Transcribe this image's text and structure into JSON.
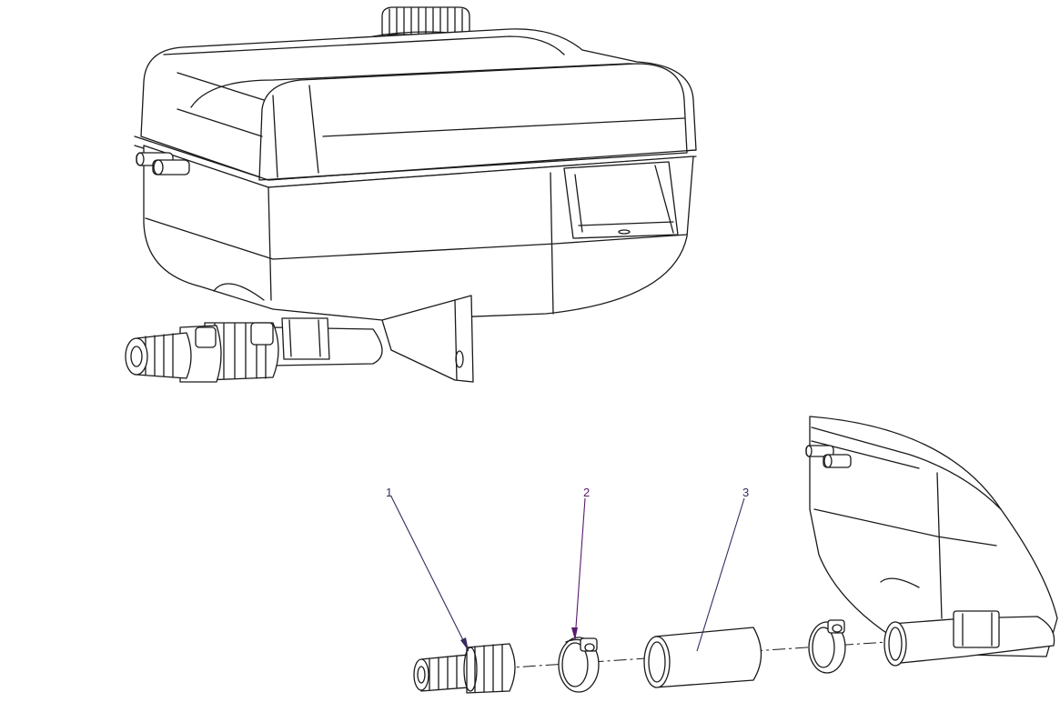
{
  "callouts": [
    {
      "label": "1",
      "color": "#3a2a60"
    },
    {
      "label": "2",
      "color": "#5a1a6a"
    },
    {
      "label": "3",
      "color": "#3a2a60"
    }
  ]
}
